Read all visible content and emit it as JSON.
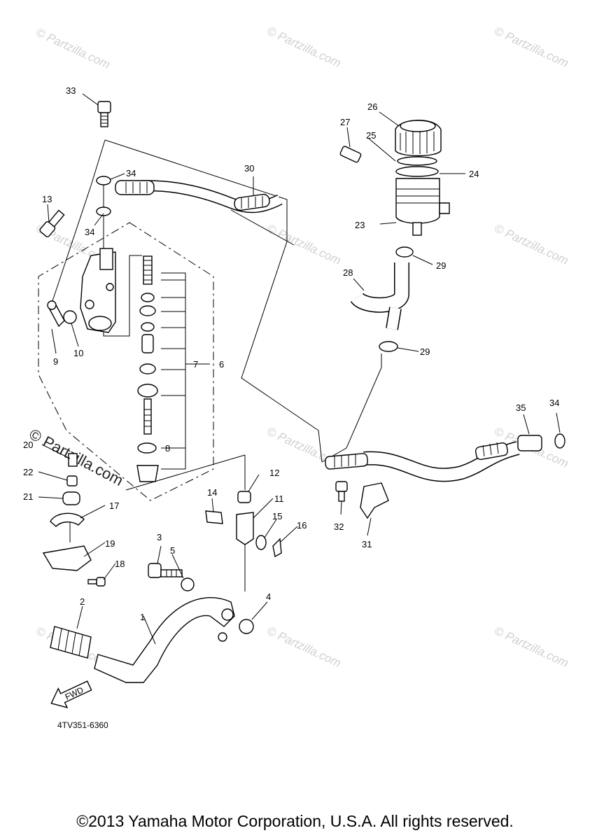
{
  "diagram_code": "4TV351-6360",
  "copyright": "©2013 Yamaha Motor Corporation, U.S.A. All rights reserved.",
  "watermark": "© Partzilla.com",
  "fwd_label": "FWD",
  "callouts": {
    "c1": "1",
    "c2": "2",
    "c3": "3",
    "c4": "4",
    "c5": "5",
    "c6": "6",
    "c7": "7",
    "c8": "8",
    "c9": "9",
    "c10": "10",
    "c11": "11",
    "c12": "12",
    "c13": "13",
    "c14": "14",
    "c15": "15",
    "c16": "16",
    "c17": "17",
    "c18": "18",
    "c19": "19",
    "c20": "20",
    "c21": "21",
    "c22": "22",
    "c23": "23",
    "c24": "24",
    "c25": "25",
    "c26": "26",
    "c27": "27",
    "c28": "28",
    "c29a": "29",
    "c29b": "29",
    "c30": "30",
    "c31": "31",
    "c32": "32",
    "c33": "33",
    "c34a": "34",
    "c34b": "34",
    "c34c": "34",
    "c35": "35"
  }
}
